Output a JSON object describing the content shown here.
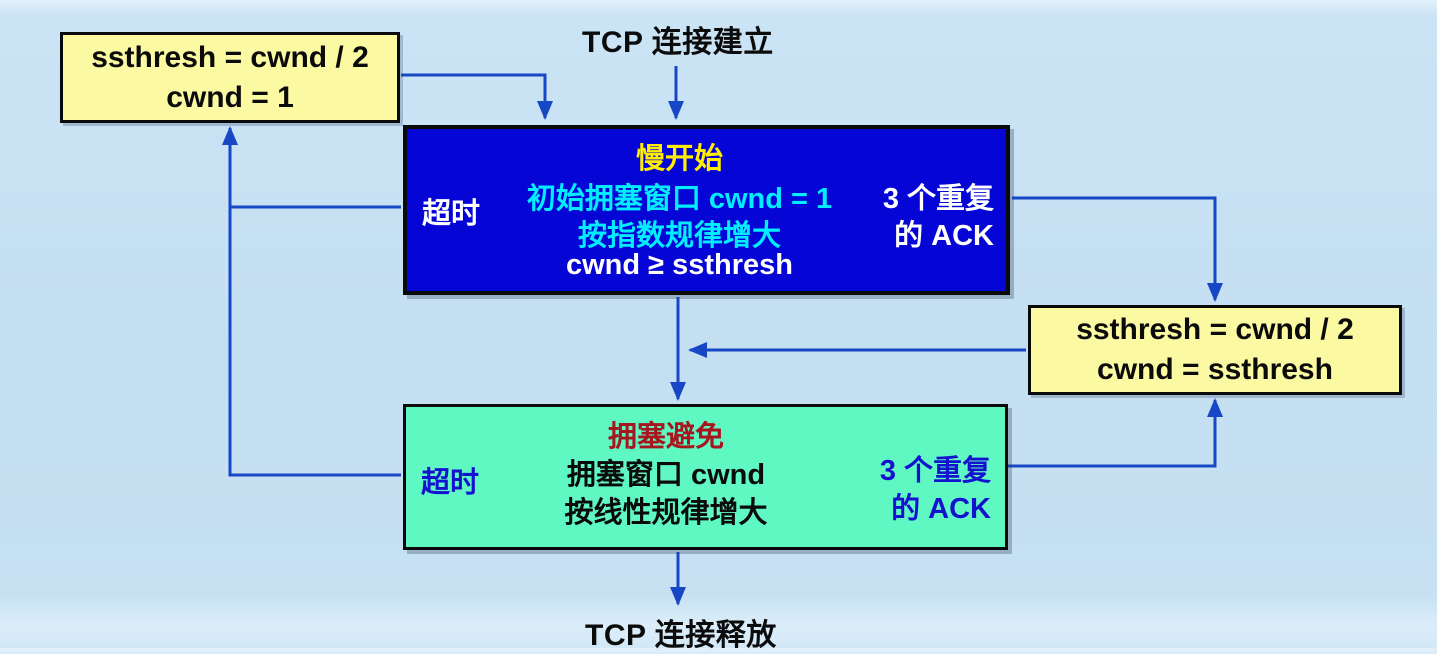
{
  "diagram": {
    "top_label": "TCP 连接建立",
    "bottom_label": "TCP 连接释放",
    "reset_box": {
      "line1": "ssthresh = cwnd / 2",
      "line2": "cwnd = 1"
    },
    "slow_start_box": {
      "title": "慢开始",
      "timeout": "超时",
      "line1": "初始拥塞窗口 cwnd = 1",
      "line2": "按指数规律增大",
      "line3": "cwnd ≥ ssthresh",
      "dup_ack_line1": "3 个重复",
      "dup_ack_line2": "的 ACK"
    },
    "threshold_box": {
      "line1": "ssthresh = cwnd / 2",
      "line2": "cwnd = ssthresh"
    },
    "congestion_avoidance_box": {
      "title": "拥塞避免",
      "timeout": "超时",
      "line1": "拥塞窗口 cwnd",
      "line2": "按线性规律增大",
      "dup_ack_line1": "3 个重复",
      "dup_ack_line2": "的 ACK"
    },
    "colors": {
      "box_yellow": "#fbf9a1",
      "box_blue": "#0505d5",
      "box_green": "#5ff8c3",
      "arrow_blue": "#1847c5",
      "slow_start_title": "#ffee00",
      "slow_start_detail": "#00eeff",
      "slow_start_white": "#ffffff",
      "congestion_title": "#a5161f",
      "congestion_black": "#0b0b0b",
      "congestion_blue": "#1512cf"
    }
  }
}
